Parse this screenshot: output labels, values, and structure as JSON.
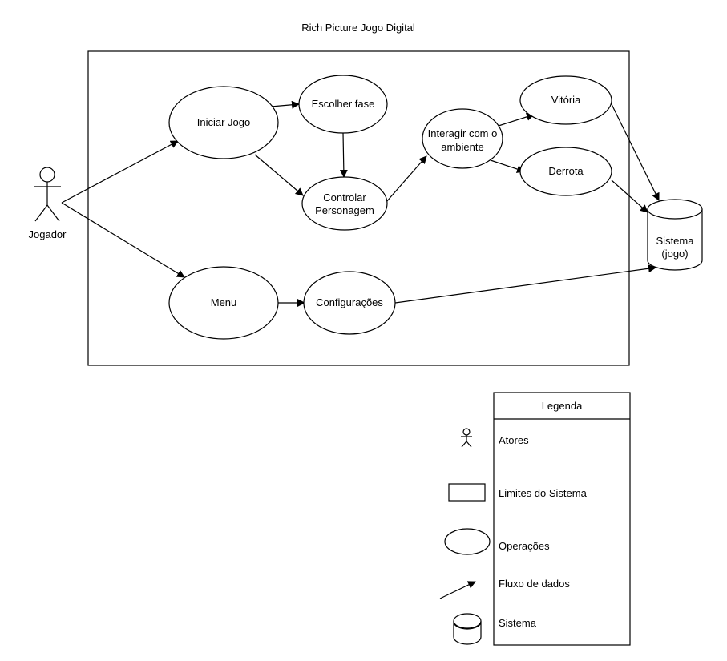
{
  "title": "Rich Picture Jogo Digital",
  "actor": {
    "label": "Jogador"
  },
  "nodes": {
    "iniciar_jogo": "Iniciar Jogo",
    "escolher_fase": "Escolher fase",
    "controlar_personagem": [
      "Controlar",
      "Personagem"
    ],
    "interagir_ambiente": [
      "Interagir com o",
      "ambiente"
    ],
    "vitoria": "Vitória",
    "derrota": "Derrota",
    "menu": "Menu",
    "configuracoes": "Configurações"
  },
  "sistema": [
    "Sistema",
    "(jogo)"
  ],
  "legend": {
    "title": "Legenda",
    "items": {
      "atores": "Atores",
      "limites": "Limites do Sistema",
      "operacoes": "Operações",
      "fluxo": "Fluxo de dados",
      "sistema": "Sistema"
    }
  }
}
